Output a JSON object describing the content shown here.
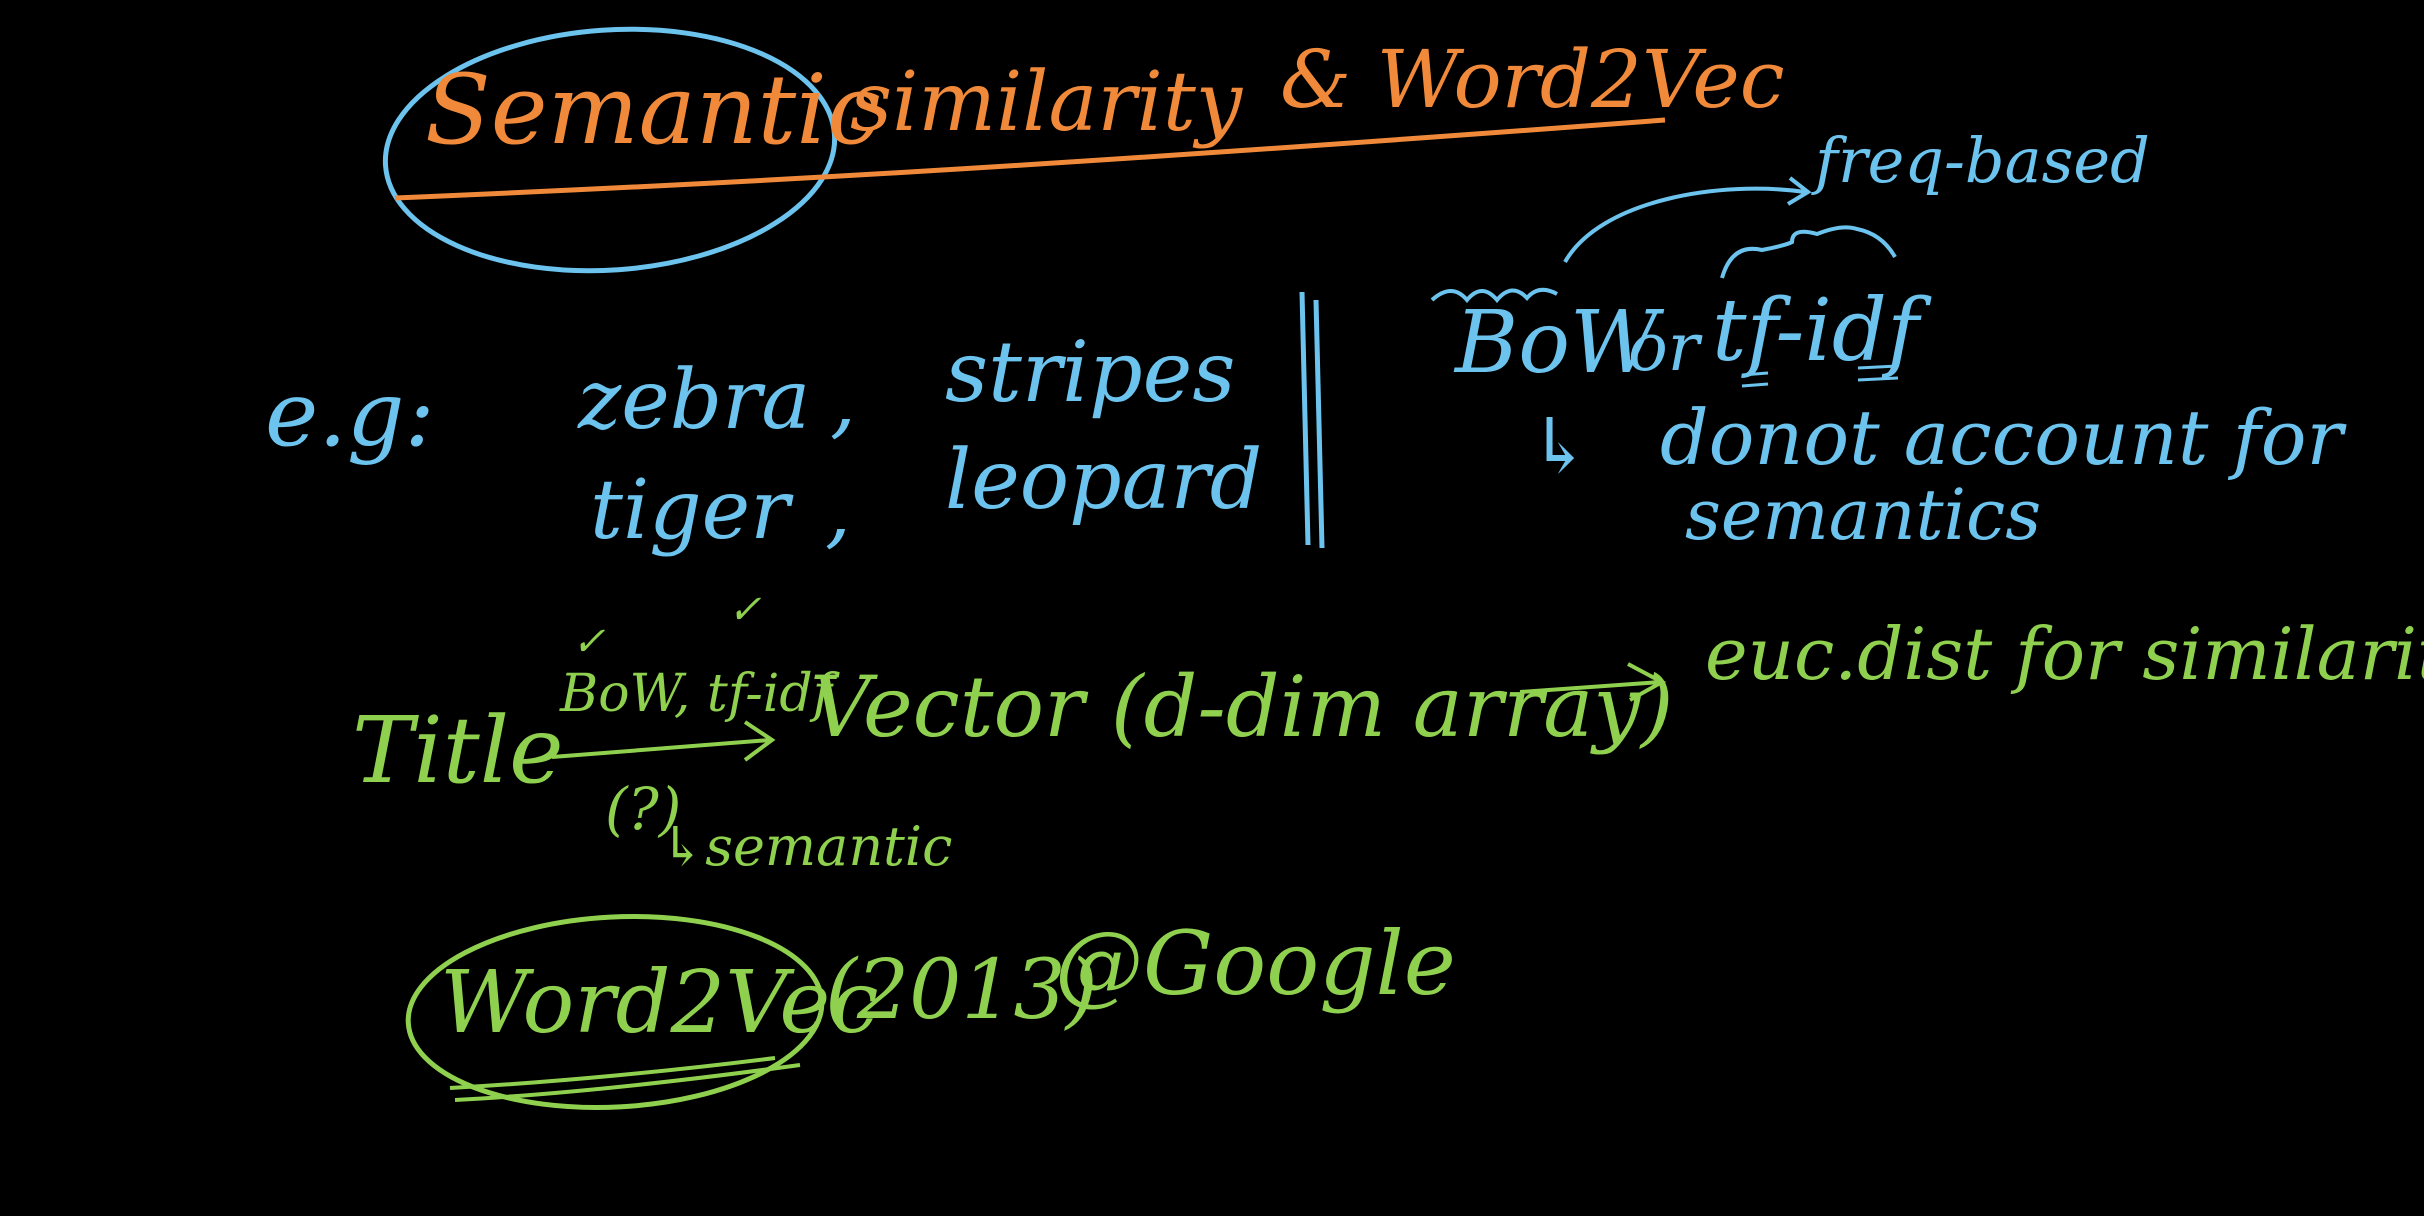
{
  "colors": {
    "background": "#000000",
    "orange": "#f08a3a",
    "blue": "#6cc3ee",
    "green": "#8fd14f"
  },
  "title": {
    "semantic": "Semantic",
    "similarity": "similarity",
    "and_word2vec": "& Word2Vec"
  },
  "example": {
    "eg": "e.g:",
    "zebra": "zebra",
    "comma1": ",",
    "stripes": "stripes",
    "tiger": "tiger",
    "comma2": ",",
    "leopard": "leopard"
  },
  "bow_note": {
    "freq_based": "freq-based",
    "bow": "BoW",
    "or": "or",
    "tfidf": "tf-idf",
    "arrow": "↳",
    "does_not": "donot account for",
    "semantics": "semantics"
  },
  "pipeline": {
    "title": "Title",
    "method": "BoW, tf-idf",
    "question": "(?)",
    "semantic": "↳semantic",
    "vector": "Vector (d-dim array)",
    "long_arrow": "⟶",
    "euc": "euc.dist for similarity"
  },
  "word2vec": {
    "name": "Word2Vec",
    "year": "(2013)",
    "at_google": "@Google"
  },
  "marks": {
    "check1": "✓",
    "check2": "✓"
  }
}
